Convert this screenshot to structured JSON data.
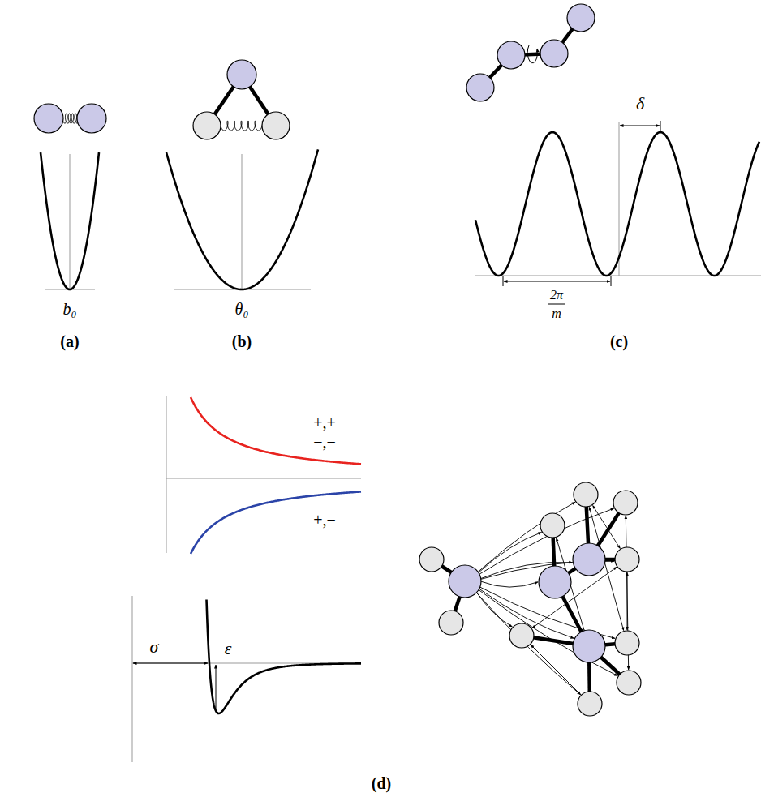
{
  "diagram": {
    "labels": [
      "b₀",
      "(a)",
      "θ₀",
      "(b)",
      "δ",
      "2π",
      "m",
      "(c)",
      "+,+",
      "−,−",
      "+,−",
      "σ",
      "ε",
      "(d)"
    ]
  }
}
